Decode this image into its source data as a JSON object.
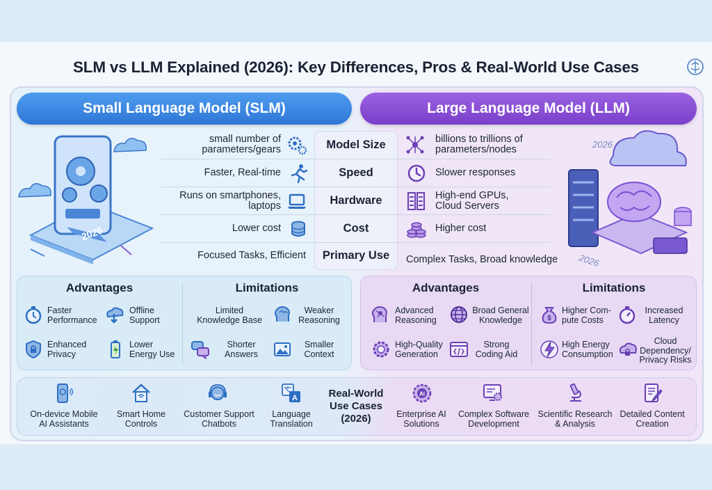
{
  "title": "SLM vs LLM Explained (2026): Key Differences, Pros & Real-World Use Cases",
  "slm_banner": "Small Language Model (SLM)",
  "llm_banner": "Large Language Model (LLM)",
  "illustration_year": "2026",
  "rows": [
    {
      "label": "Model Size",
      "slm": [
        "small number of",
        "parameters/gears"
      ],
      "llm": [
        "billions to trillions of",
        "parameters/nodes"
      ],
      "slm_icon": "gears-icon",
      "llm_icon": "network-nodes-icon"
    },
    {
      "label": "Speed",
      "slm": [
        "Faster, Real-time"
      ],
      "llm": [
        "Slower responses"
      ],
      "slm_icon": "running-person-icon",
      "llm_icon": "clock-icon"
    },
    {
      "label": "Hardware",
      "slm": [
        "Runs on smartphones,",
        "laptops"
      ],
      "llm": [
        "High-end GPUs,",
        "Cloud Servers"
      ],
      "slm_icon": "laptop-icon",
      "llm_icon": "server-rack-icon"
    },
    {
      "label": "Cost",
      "slm": [
        "Lower cost"
      ],
      "llm": [
        "Higher cost"
      ],
      "slm_icon": "coin-stack-icon",
      "llm_icon": "coin-pile-icon"
    },
    {
      "label": "Primary Use",
      "slm": [
        "Focused Tasks, Efficient"
      ],
      "llm": [
        "Complex Tasks, Broad knowledge"
      ],
      "slm_icon": "",
      "llm_icon": ""
    }
  ],
  "slm_panel": {
    "advantages_title": "Advantages",
    "limitations_title": "Limitations",
    "advantages": [
      {
        "text": [
          "Faster",
          "Performance"
        ],
        "icon": "stopwatch-icon"
      },
      {
        "text": [
          "Offline",
          "Support"
        ],
        "icon": "cloud-download-icon"
      },
      {
        "text": [
          "Enhanced",
          "Privacy"
        ],
        "icon": "shield-lock-icon"
      },
      {
        "text": [
          "Lower",
          "Energy Use"
        ],
        "icon": "battery-icon"
      }
    ],
    "limitations": [
      {
        "text": [
          "Limited",
          "Knowledge Base"
        ],
        "icon": ""
      },
      {
        "text": [
          "Weaker",
          "Reasoning"
        ],
        "icon": "brain-head-icon"
      },
      {
        "text": [
          "Shorter",
          "Answers"
        ],
        "icon": "chat-bubbles-icon"
      },
      {
        "text": [
          "Smaller",
          "Context"
        ],
        "icon": "picture-icon"
      }
    ]
  },
  "llm_panel": {
    "advantages_title": "Advantages",
    "limitations_title": "Limitations",
    "advantages": [
      {
        "text": [
          "Advanced",
          "Reasoning"
        ],
        "icon": "ai-head-icon"
      },
      {
        "text": [
          "Broad General",
          "Knowledge"
        ],
        "icon": "globe-icon"
      },
      {
        "text": [
          "High-Quality",
          "Generation"
        ],
        "icon": "gear-check-icon"
      },
      {
        "text": [
          "Strong",
          "Coding Aid"
        ],
        "icon": "code-window-icon"
      }
    ],
    "limitations": [
      {
        "text": [
          "Higher Com-",
          "pute Costs"
        ],
        "icon": "money-bag-icon"
      },
      {
        "text": [
          "Increased",
          "Latency"
        ],
        "icon": "timer-icon"
      },
      {
        "text": [
          "High Energy",
          "Consumption"
        ],
        "icon": "lightning-icon"
      },
      {
        "text": [
          "Cloud",
          "Dependency/",
          "Privacy Risks"
        ],
        "icon": "cloud-lock-icon"
      }
    ]
  },
  "use_cases": {
    "title": [
      "Real-World",
      "Use Cases",
      "(2026)"
    ],
    "slm": [
      {
        "text": [
          "On-device Mobile",
          "AI Assistants"
        ],
        "icon": "smartphone-icon"
      },
      {
        "text": [
          "Smart Home",
          "Controls"
        ],
        "icon": "smart-home-icon"
      },
      {
        "text": [
          "Customer Support",
          "Chatbots"
        ],
        "icon": "headset-icon"
      },
      {
        "text": [
          "Language",
          "Translation"
        ],
        "icon": "translate-icon"
      }
    ],
    "llm": [
      {
        "text": [
          "Enterprise AI",
          "Solutions"
        ],
        "icon": "ai-chip-icon"
      },
      {
        "text": [
          "Complex Software",
          "Development"
        ],
        "icon": "monitor-gear-icon"
      },
      {
        "text": [
          "Scientific Research",
          "& Analysis"
        ],
        "icon": "microscope-icon"
      },
      {
        "text": [
          "Detailed Content",
          "Creation"
        ],
        "icon": "document-pen-icon"
      }
    ]
  },
  "colors": {
    "slm_blue": "#2f76d6",
    "llm_purple": "#7a3fc9",
    "icon_blue": "#2d6fc4",
    "icon_purple": "#6b3fb5"
  }
}
